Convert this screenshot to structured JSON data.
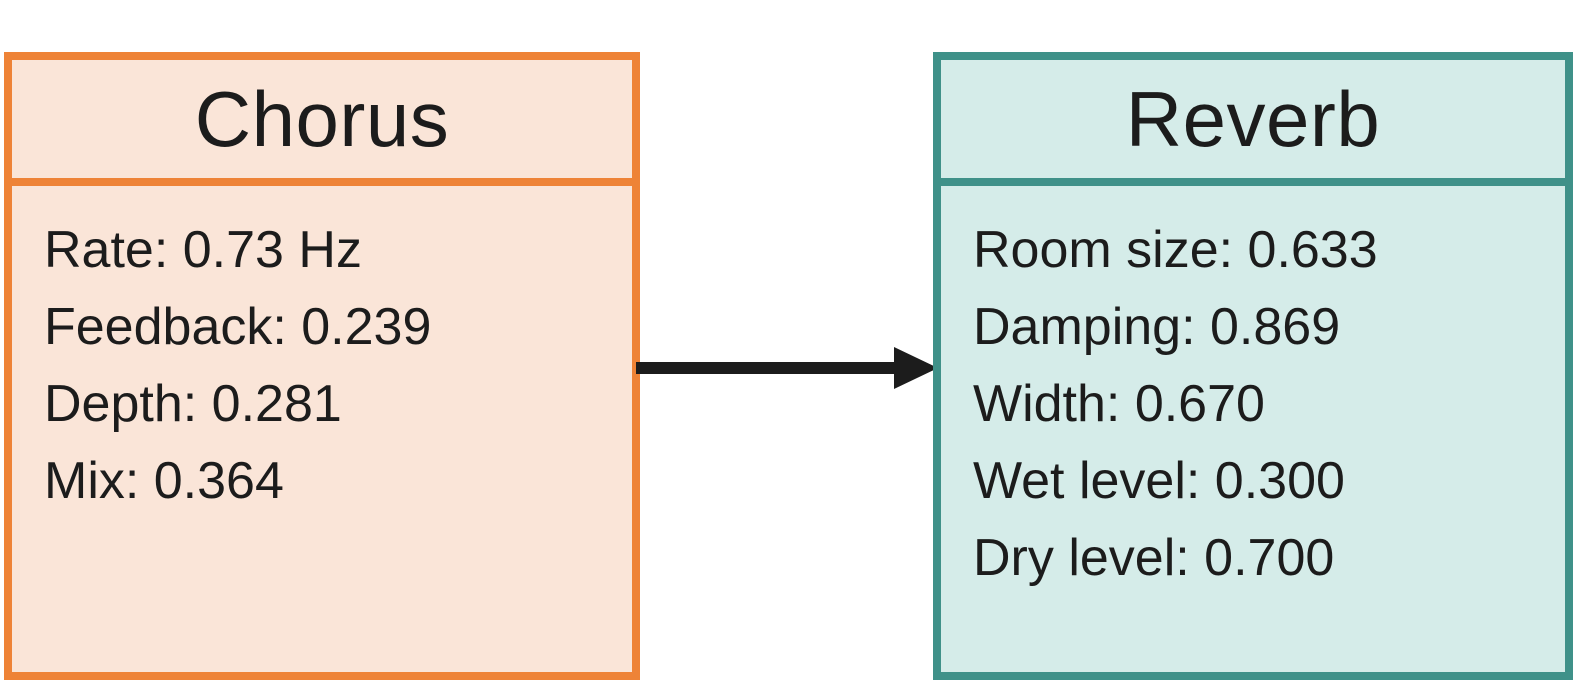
{
  "colors": {
    "chorus_border": "#ee8337",
    "chorus_fill": "#fae5d8",
    "reverb_border": "#3f9189",
    "reverb_fill": "#d5ece9",
    "arrow": "#1c1c1c"
  },
  "chorus": {
    "title": "Chorus",
    "params": [
      "Rate: 0.73 Hz",
      "Feedback: 0.239",
      "Depth: 0.281",
      "Mix: 0.364"
    ]
  },
  "reverb": {
    "title": "Reverb",
    "params": [
      "Room size: 0.633",
      "Damping: 0.869",
      "Width: 0.670",
      "Wet level: 0.300",
      "Dry level: 0.700"
    ]
  }
}
